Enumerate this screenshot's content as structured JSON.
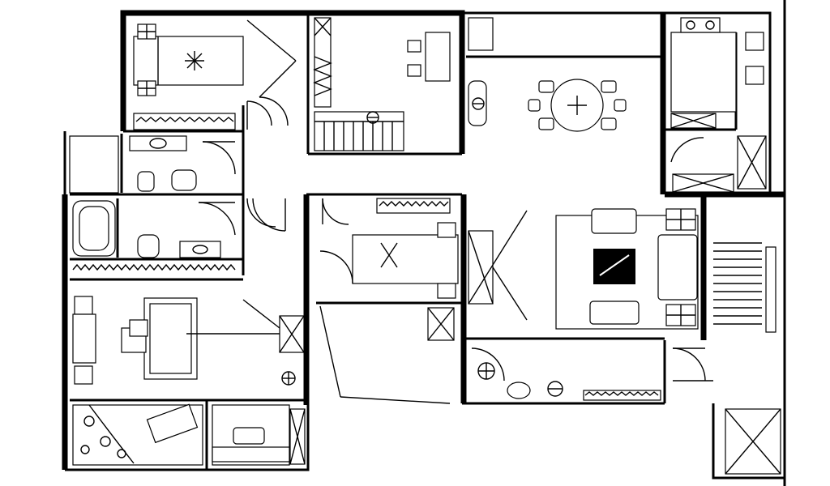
{
  "plan": {
    "rooms": [
      {
        "id": "bedroom-top-left",
        "label": ""
      },
      {
        "id": "stair-room",
        "label": ""
      },
      {
        "id": "dining",
        "label": ""
      },
      {
        "id": "kitchen",
        "label": ""
      },
      {
        "id": "bathroom-upper",
        "label": ""
      },
      {
        "id": "bathroom-lower",
        "label": ""
      },
      {
        "id": "bedroom-middle",
        "label": ""
      },
      {
        "id": "living-room",
        "label": ""
      },
      {
        "id": "master-bedroom",
        "label": ""
      },
      {
        "id": "balcony-left",
        "label": ""
      },
      {
        "id": "balcony-small",
        "label": ""
      },
      {
        "id": "entrance",
        "label": ""
      }
    ]
  }
}
